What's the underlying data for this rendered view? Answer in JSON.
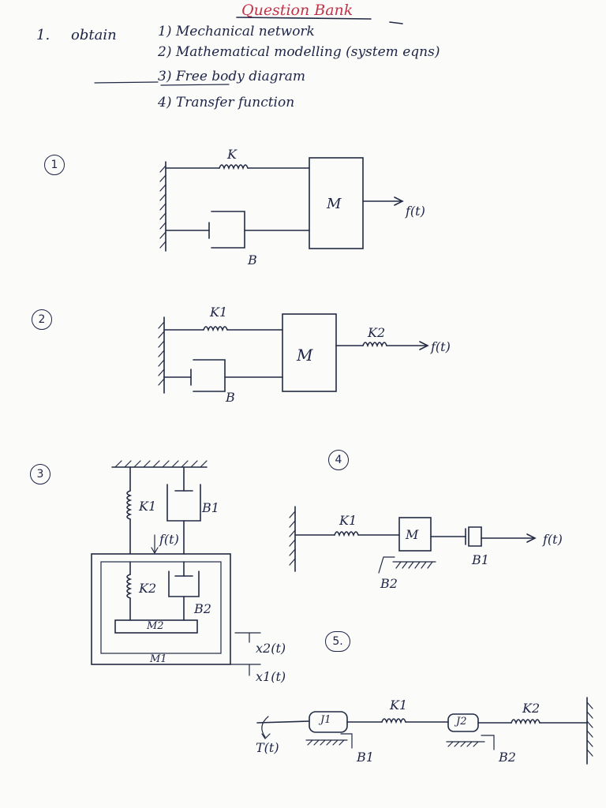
{
  "header": {
    "title": "Question Bank",
    "question_number": "1.",
    "question_word": "obtain",
    "steps": [
      "1) Mechanical network",
      "2) Mathematical modelling (system eqns)",
      "3) Free body diagram",
      "4) Transfer function"
    ]
  },
  "problems": {
    "p1": {
      "number": "1",
      "spring": "K",
      "mass": "M",
      "damper": "B",
      "force": "f(t)"
    },
    "p2": {
      "number": "2",
      "spring1": "K1",
      "mass": "M",
      "damper": "B",
      "spring2": "K2",
      "force": "f(t)"
    },
    "p3": {
      "number": "3",
      "spring1": "K1",
      "damper1": "B1",
      "force": "f(t)",
      "spring2": "K2",
      "damper2": "B2",
      "mass_inner": "M2",
      "mass_outer": "M1",
      "disp2": "x2(t)",
      "disp1": "x1(t)"
    },
    "p4": {
      "number": "4",
      "spring": "K1",
      "mass": "M",
      "damper1": "B1",
      "friction": "B2",
      "force": "f(t)"
    },
    "p5": {
      "number": "5.",
      "torque": "T(t)",
      "inertia1": "J1",
      "inertia2": "J2",
      "spring1": "K1",
      "spring2": "K2",
      "friction1": "B1",
      "friction2": "B2"
    }
  }
}
